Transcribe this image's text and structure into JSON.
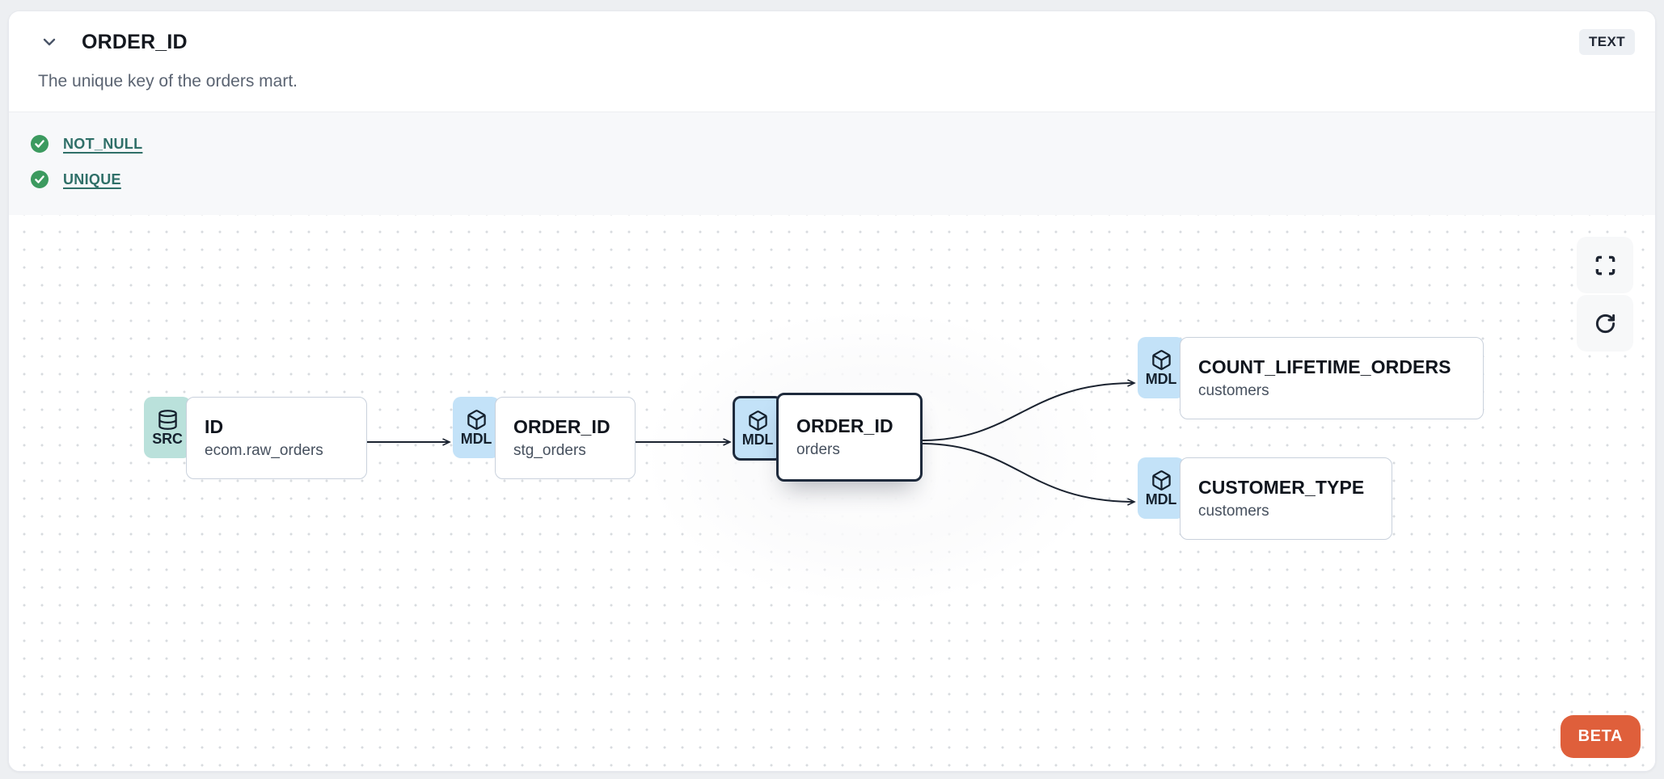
{
  "header": {
    "title": "ORDER_ID",
    "type_badge": "TEXT",
    "description": "The unique key of the orders mart."
  },
  "tests": [
    {
      "label": "NOT_NULL",
      "status": "passed",
      "icon": "check-circle-icon"
    },
    {
      "label": "UNIQUE",
      "status": "passed",
      "icon": "check-circle-icon"
    }
  ],
  "lineage": {
    "beta_label": "BETA",
    "nodes": [
      {
        "badge": "SRC",
        "icon": "database-icon",
        "title": "ID",
        "subtitle": "ecom.raw_orders",
        "selected": false
      },
      {
        "badge": "MDL",
        "icon": "cube-icon",
        "title": "ORDER_ID",
        "subtitle": "stg_orders",
        "selected": false
      },
      {
        "badge": "MDL",
        "icon": "cube-icon",
        "title": "ORDER_ID",
        "subtitle": "orders",
        "selected": true
      },
      {
        "badge": "MDL",
        "icon": "cube-icon",
        "title": "COUNT_LIFETIME_ORDERS",
        "subtitle": "customers",
        "selected": false
      },
      {
        "badge": "MDL",
        "icon": "cube-icon",
        "title": "CUSTOMER_TYPE",
        "subtitle": "customers",
        "selected": false
      }
    ],
    "edges": [
      {
        "from": 0,
        "to": 1,
        "shape": "straight"
      },
      {
        "from": 1,
        "to": 2,
        "shape": "straight"
      },
      {
        "from": 2,
        "to": 3,
        "shape": "curve"
      },
      {
        "from": 2,
        "to": 4,
        "shape": "curve"
      }
    ],
    "controls": [
      {
        "name": "fullscreen",
        "icon": "maximize-icon"
      },
      {
        "name": "refresh",
        "icon": "refresh-icon"
      }
    ]
  },
  "colors": {
    "src_badge_bg": "#bae1db",
    "mdl_badge_bg": "#c3e2f8",
    "selected_border": "#1e2a3c",
    "test_pass_green": "#3c9a5f",
    "test_link": "#2f6f68",
    "beta_orange": "#df5f3b",
    "edge": "#1b2330",
    "type_badge_bg": "#edf0f4"
  }
}
